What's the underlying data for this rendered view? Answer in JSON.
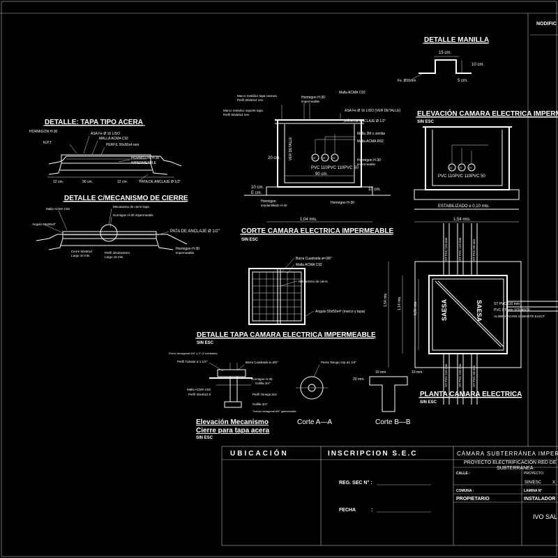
{
  "header": {
    "modification": "NODIFIC"
  },
  "manilla": {
    "title": "DETALLE MANILLA",
    "dim_top": "15 cm.",
    "dim_right": "10 cm.",
    "dim_bottom": "5 cm.",
    "rod": "Fe. Ø16mm"
  },
  "tapa_acera": {
    "title": "DETALLE: TAPA TIPO ACERA",
    "labels": [
      "HORMIGON H-30",
      "N.P.T",
      "ASA Fe Ø 16 LISO",
      "MALLA ACMA C92",
      "PERFIL 50x50x4 mm",
      "HORMIGON H-30",
      "IMPERMEABLE",
      "PATA DE ANCLAJE Ø 1/2\""
    ],
    "dims": [
      "12 cm.",
      "90 cm.",
      "12 cm."
    ]
  },
  "mecanismo": {
    "title": "DETALLE C/MECANISMO DE CIERRE",
    "labels": [
      "Malla ACMA C92",
      "Angulo 50x50x4º",
      "Mecanismo de cierre tapa",
      "Hormigon H-30 impermeable",
      "PATA DE ANCLAJE Ø 1/2\"",
      "Hormigon H-30",
      "impermeable",
      "Cierre 50x50x4",
      "Largo 10 mts.",
      "Perfil 20x20x3mm",
      "Largo 16 mts."
    ]
  },
  "corte": {
    "title": "CORTE CAMARA ELECTRICA IMPERMEABLE",
    "scale": "SIN ESC",
    "labels": [
      "Marco metálico tapa camara",
      "Perfil 50x50x4 mm",
      "Hormigon H-30",
      "impermeable",
      "Malla ACMA C92",
      "Marco metalico soporte tapa",
      "Perfil 50x50x4 mm",
      "ASA Fe Ø 16 LISO (VER DETALLE)",
      "PATA DE ANCLAJE Ø 1/2\"",
      "Malla 3M o similar",
      "Malla ACMA R92",
      "Hormigon H-30",
      "impermeable",
      "Hormigon",
      "emplantillado H-30",
      "Hormigon H-30",
      "VER DETALLE"
    ],
    "pipes": [
      "ST",
      "ST",
      "ST"
    ],
    "pipe_label": "PVC 110PVC 110PVC 50",
    "dims": [
      "20 cm.",
      "90 cm.",
      "10 cm.",
      "10 cm.",
      "1,04 mts."
    ],
    "gravel": "E cm."
  },
  "elevacion": {
    "title": "ELEVACIÓN CAMARA ELECTRICA IMPERM",
    "scale": "SIN ESC",
    "pipes": [
      "ST",
      "ST",
      "ST"
    ],
    "pipe_label": "PVC 110PVC 110PVC 50",
    "base": "ESTABILIZADO e 0,10 mts.",
    "dim": "1,54 mts."
  },
  "planta": {
    "title": "PLANTA CAMARA ELECTRICA",
    "scale": "SIN ESC",
    "lid_left": "SAESA",
    "lid_right": "SAESA",
    "pipe_top": [
      "ST PVC 110 mm",
      "ST PVC 110 mm",
      "ST PVC 50 mm"
    ],
    "pipe_bottom": [
      "ST PVC 110 mm",
      "ST PVC 110 mm",
      "ST PVC 50 mm"
    ],
    "right_labels": [
      "ST PVC 110 mm",
      "PVC ST mm VOLANTE",
      "ALIMENTACION GABINETE ELECT"
    ],
    "dims": [
      "1,54 mts.",
      "1,14 mts.",
      "0,90 mts."
    ]
  },
  "tapa_camara": {
    "title": "DETALLE TAPA CAMARA ELECTRICA IMPERMEABLE",
    "scale": "SIN ESC",
    "labels": [
      "Barra Cuadrada ø=3/8\"",
      "Malla ACMA C92",
      "Mecanismo de cierre",
      "Angulo 50x50x4º (marco y tapa)"
    ]
  },
  "elev_mecanismo": {
    "title1": "Elevación Mecanismo",
    "title2": "Cierre para tapa acera",
    "scale": "SIN ESC",
    "labels": [
      "Perno hexagonal M4\" y 3\" (2 unidades)",
      "Perfil Tubular ø 1 1/2\"",
      "Barra Cuadrada ø=3/8\"",
      "Malla ACMA C92",
      "Hormigon H-30",
      "Golilla 3/4\"",
      "Perfil 40x40x2.5",
      "Perfil Omega 6x2",
      "Golilla 3/4\"",
      "Tuerca hexagonal M4\" galvanizada"
    ],
    "corte_a_label": "Perno Tarugo zap ø1 1/4\"",
    "dims_b": [
      "10 mm.",
      "20 mm.",
      "10 mm."
    ]
  },
  "cortes": {
    "a": "Corte A—A",
    "b": "Corte B—B"
  },
  "title_block": {
    "ubicacion": "UBICACIÓN",
    "inscripcion": "INSCRIPCION  S.E.C",
    "reg_sec": "REG. SEC N° :",
    "fecha": "FECHA",
    "fecha_colon": ":",
    "project_title": "CÁMARA SUBTERRÁNEA IMPERM",
    "project_line1": "PROYECTO ELECTRIFICACIÓN RED DE BA",
    "project_line2": "SUBTERRÁNEA",
    "calle": "CALLE :",
    "proyecto": "PROYECTO",
    "comuna": "COMUNA :",
    "lamina": "LAMINA N°",
    "propietario": "PROPIETARIO",
    "instalador": "INSTALADOR",
    "escala": "SIN/ESC",
    "escala_x": "X",
    "instalador_name": "IVO SAL"
  }
}
